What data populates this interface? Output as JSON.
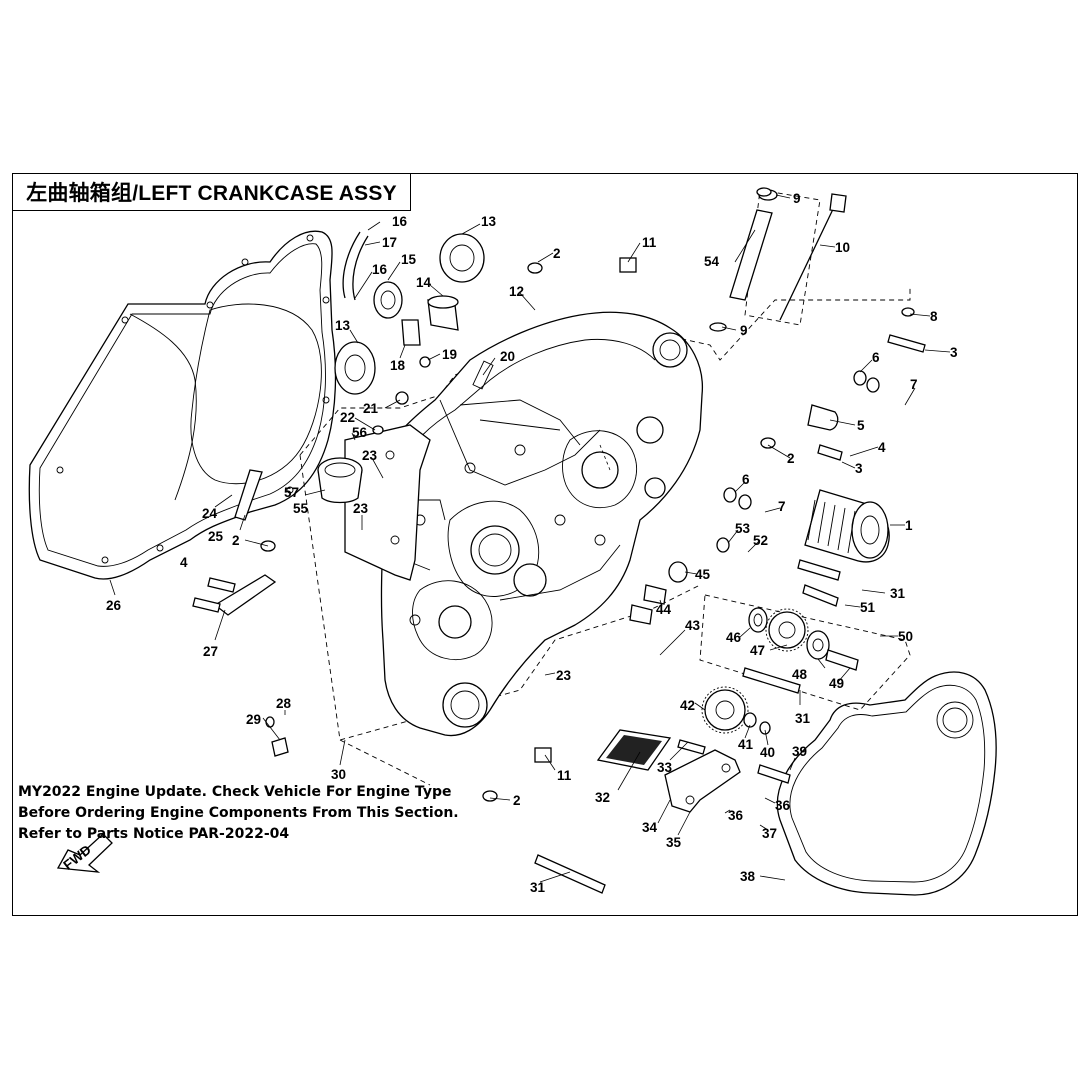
{
  "diagram": {
    "title": "左曲轴箱组/LEFT CRANKCASE ASSY",
    "notice_lines": [
      "MY2022 Engine Update. Check Vehicle For Engine Type",
      "Before Ordering Engine Components From This Section.",
      "Refer to Parts Notice PAR-2022-04"
    ],
    "fwd_label": "FWD",
    "callouts": {
      "c1": "1",
      "c2a": "2",
      "c2b": "2",
      "c2c": "2",
      "c2d": "2",
      "c3a": "3",
      "c3b": "3",
      "c4a": "4",
      "c4b": "4",
      "c5": "5",
      "c6a": "6",
      "c6b": "6",
      "c7a": "7",
      "c7b": "7",
      "c8": "8",
      "c9a": "9",
      "c9b": "9",
      "c10": "10",
      "c11a": "11",
      "c11b": "11",
      "c12": "12",
      "c13a": "13",
      "c13b": "13",
      "c14": "14",
      "c15": "15",
      "c16a": "16",
      "c16b": "16",
      "c17": "17",
      "c18": "18",
      "c19": "19",
      "c20": "20",
      "c21": "21",
      "c22": "22",
      "c23a": "23",
      "c23b": "23",
      "c23c": "23",
      "c24": "24",
      "c25": "25",
      "c26": "26",
      "c27": "27",
      "c28": "28",
      "c29": "29",
      "c30": "30",
      "c31a": "31",
      "c31b": "31",
      "c31c": "31",
      "c32": "32",
      "c33": "33",
      "c34": "34",
      "c35": "35",
      "c36a": "36",
      "c36b": "36",
      "c37": "37",
      "c38": "38",
      "c39": "39",
      "c40": "40",
      "c41": "41",
      "c42": "42",
      "c43": "43",
      "c44": "44",
      "c45": "45",
      "c46": "46",
      "c47": "47",
      "c48": "48",
      "c49": "49",
      "c50": "50",
      "c51": "51",
      "c52": "52",
      "c53": "53",
      "c54": "54",
      "c55": "55",
      "c56": "56",
      "c57": "57"
    }
  }
}
